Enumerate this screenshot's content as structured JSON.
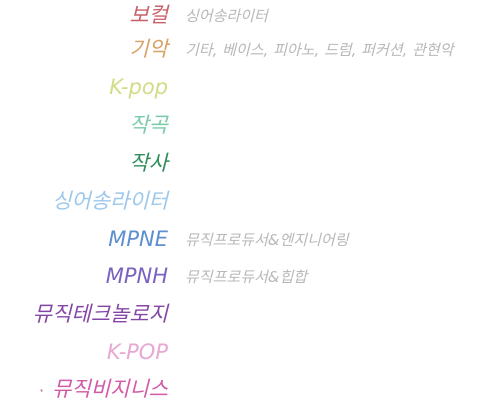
{
  "menu": {
    "items": [
      {
        "label": "보컬",
        "sub": "싱어송라이터",
        "color": "#c9626a"
      },
      {
        "label": "기악",
        "sub": "기타, 베이스, 피아노, 드럼, 퍼커션, 관현악",
        "color": "#d7a266"
      },
      {
        "label": "K-pop",
        "sub": "",
        "color": "#d2dc86"
      },
      {
        "label": "작곡",
        "sub": "",
        "color": "#79cba9"
      },
      {
        "label": "작사",
        "sub": "",
        "color": "#2f8d5a"
      },
      {
        "label": "싱어송라이터",
        "sub": "",
        "color": "#9cc8ec"
      },
      {
        "label": "MPNE",
        "sub": "뮤직프로듀서&엔지니어링",
        "color": "#5d8fd0"
      },
      {
        "label": "MPNH",
        "sub": "뮤직프로듀서&힙합",
        "color": "#7a63bf"
      },
      {
        "label": "뮤직테크놀로지",
        "sub": "",
        "color": "#8547a6"
      },
      {
        "label": "K-POP",
        "sub": "",
        "color": "#e7a8d4"
      },
      {
        "label": "뮤직비지니스",
        "sub": "",
        "color": "#d25aa6",
        "bullet": "·"
      }
    ]
  }
}
